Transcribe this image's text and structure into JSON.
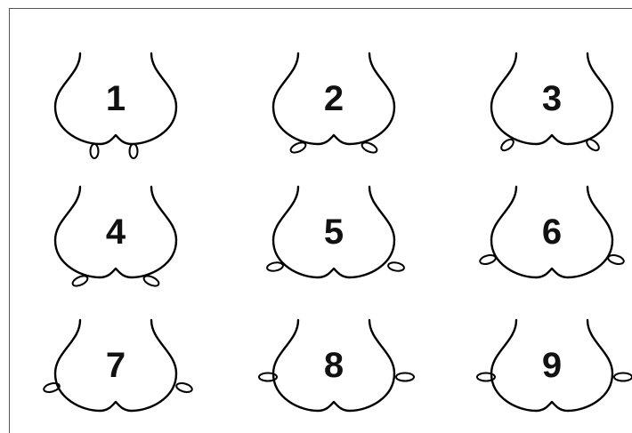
{
  "figures": [
    {
      "label": "1",
      "limb": "down-inner"
    },
    {
      "label": "2",
      "limb": "diagonal-down"
    },
    {
      "label": "3",
      "limb": "slant-up"
    },
    {
      "label": "4",
      "limb": "diagonal-down"
    },
    {
      "label": "5",
      "limb": "horizontal-low"
    },
    {
      "label": "6",
      "limb": "horizontal-up"
    },
    {
      "label": "7",
      "limb": "horizontal-outer"
    },
    {
      "label": "8",
      "limb": "horizontal-mid"
    },
    {
      "label": "9",
      "limb": "horizontal-mid"
    }
  ],
  "colors": {
    "line": "#000000",
    "background": "#ffffff"
  }
}
